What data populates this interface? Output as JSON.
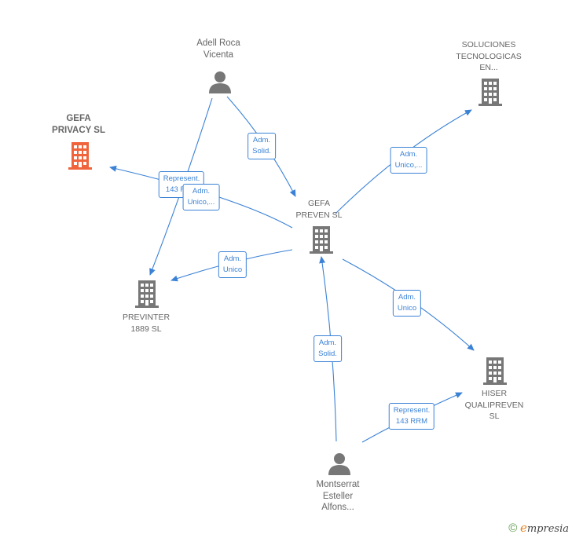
{
  "nodes": {
    "gefa_privacy": {
      "label": [
        "GEFA",
        "PRIVACY  SL"
      ],
      "type": "company",
      "color": "#f0643c"
    },
    "adell_roca": {
      "label": [
        "Adell Roca",
        "Vicenta"
      ],
      "type": "person",
      "color": "#777777"
    },
    "soluciones": {
      "label": [
        "SOLUCIONES",
        "TECNOLOGICAS",
        "EN..."
      ],
      "type": "company",
      "color": "#777777"
    },
    "gefa_preven": {
      "label": [
        "GEFA",
        "PREVEN  SL"
      ],
      "type": "company",
      "color": "#777777"
    },
    "previnter": {
      "label": [
        "PREVINTER",
        "1889 SL"
      ],
      "type": "company",
      "color": "#777777"
    },
    "hiser": {
      "label": [
        "HISER",
        "QUALIPREVEN",
        "SL"
      ],
      "type": "company",
      "color": "#777777"
    },
    "montserrat": {
      "label": [
        "Montserrat",
        "Esteller",
        "Alfons..."
      ],
      "type": "person",
      "color": "#777777"
    }
  },
  "edges": {
    "adell_to_gefa_preven": [
      "Adm.",
      "Solid."
    ],
    "adell_to_previnter": [
      "Represent.",
      "143 RRM"
    ],
    "gefa_preven_to_gefa_privacy": [
      "Adm.",
      "Unico,..."
    ],
    "gefa_preven_to_soluciones": [
      "Adm.",
      "Unico,..."
    ],
    "gefa_preven_to_previnter": [
      "Adm.",
      "Unico"
    ],
    "gefa_preven_to_hiser": [
      "Adm.",
      "Unico"
    ],
    "montserrat_to_gefa_preven": [
      "Adm.",
      "Solid."
    ],
    "montserrat_to_hiser": [
      "Represent.",
      "143 RRM"
    ]
  },
  "edge_color": "#3b82d6",
  "footer": {
    "copyright": "©",
    "brand_initial": "e",
    "brand_rest": "mpresia"
  }
}
